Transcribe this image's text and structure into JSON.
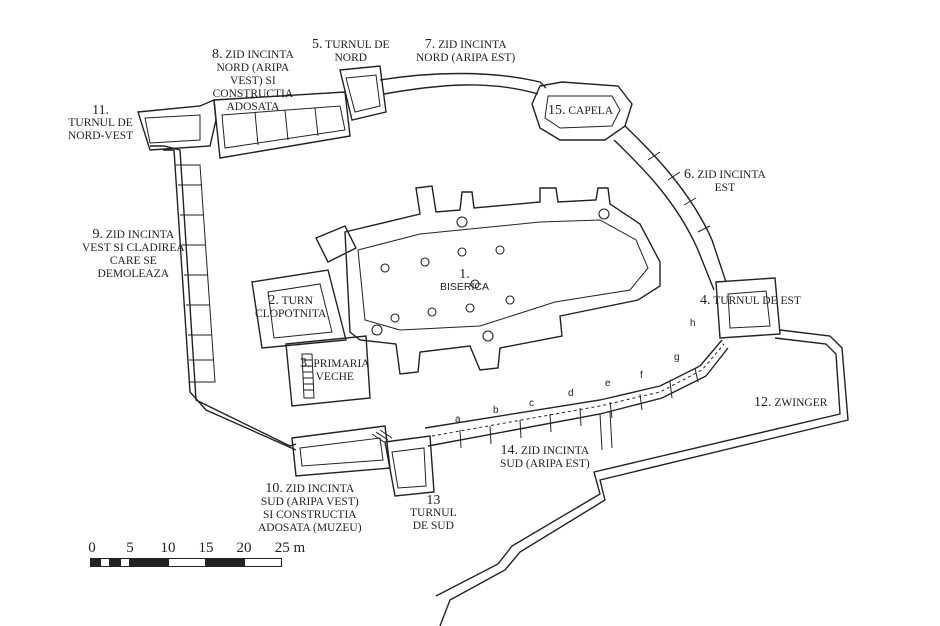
{
  "labels": {
    "l1": {
      "num": "1.",
      "text": "BISERICA"
    },
    "l2": {
      "num": "2.",
      "text1": "TURN",
      "text2": "CLOPOTNITA"
    },
    "l3": {
      "num": "3.",
      "text1": "PRIMARIA",
      "text2": "VECHE"
    },
    "l4": {
      "num": "4.",
      "text": "TURNUL DE EST"
    },
    "l5": {
      "num": "5.",
      "text1": "TURNUL DE",
      "text2": "NORD"
    },
    "l6": {
      "num": "6.",
      "text1": "ZID INCINTA",
      "text2": "EST"
    },
    "l7": {
      "num": "7.",
      "text1": "ZID INCINTA",
      "text2": "NORD (ARIPA  EST)"
    },
    "l8": {
      "num": "8.",
      "text1": "ZID INCINTA",
      "text2": "NORD (ARIPA",
      "text3": "VEST) SI",
      "text4": "CONSTRUCTIA",
      "text5": "ADOSATA"
    },
    "l9": {
      "num": "9.",
      "text1": "ZID INCINTA",
      "text2": "VEST SI CLADIREA",
      "text3": "CARE SE",
      "text4": "DEMOLEAZA"
    },
    "l10": {
      "num": "10.",
      "text1": "ZID INCINTA",
      "text2": "SUD (ARIPA  VEST)",
      "text3": "SI CONSTRUCTIA",
      "text4": "ADOSATA (MUZEU)"
    },
    "l11": {
      "num": "11.",
      "text1": "TURNUL DE",
      "text2": "NORD-VEST"
    },
    "l12": {
      "num": "12.",
      "text": "ZWINGER"
    },
    "l13": {
      "num": "13",
      "text1": "TURNUL",
      "text2": "DE SUD"
    },
    "l14": {
      "num": "14.",
      "text1": "ZID INCINTA",
      "text2": "SUD (ARIPA  EST)"
    },
    "l15": {
      "num": "15.",
      "text": "CAPELA"
    }
  },
  "segments": [
    "a",
    "b",
    "c",
    "d",
    "e",
    "f",
    "g",
    "h"
  ],
  "scale": {
    "ticks": [
      "0",
      "5",
      "10",
      "15",
      "20",
      "25 m"
    ]
  }
}
